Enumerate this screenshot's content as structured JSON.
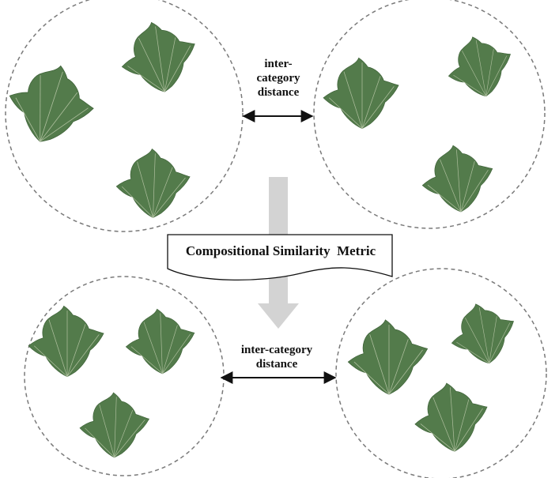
{
  "diagram": {
    "top_distance_label": [
      "inter-",
      "category",
      "distance"
    ],
    "bottom_distance_label": [
      "inter-category",
      "distance"
    ],
    "metric_label": "Compositional Similarity  Metric",
    "colors": {
      "leaf": "#537b4b",
      "leaf_edge": "#3f6339",
      "vein": "#b9c7a8",
      "circle_stroke": "#7a7a7a",
      "arrow_gray": "#d3d3d3"
    }
  }
}
